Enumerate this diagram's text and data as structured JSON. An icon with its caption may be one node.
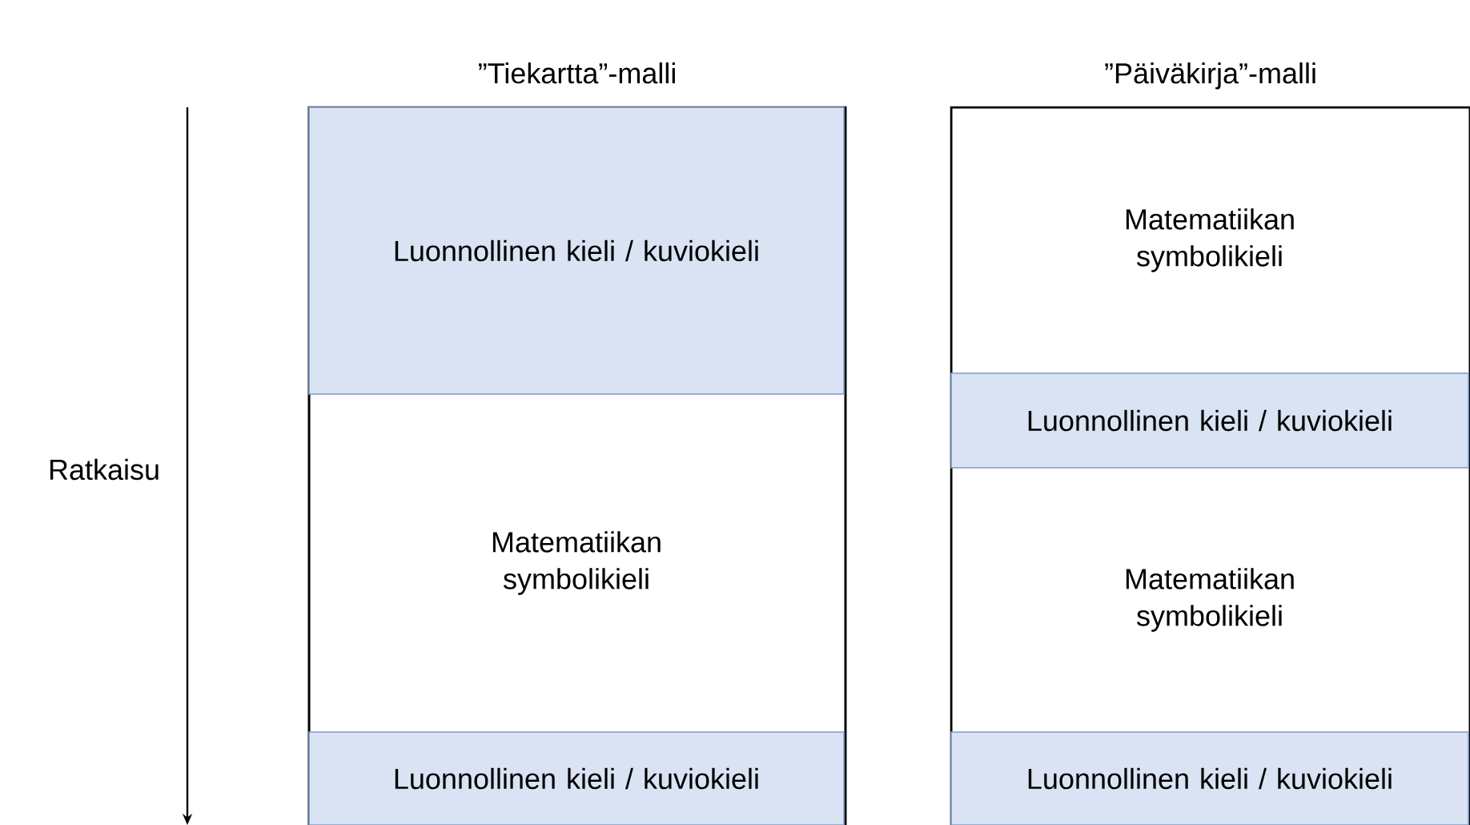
{
  "diagram": {
    "nodes": [
      {
        "text": [
          "”Tiekartta”-malli"
        ]
      },
      {
        "text": [
          "Luonnollinen kieli / kuviokieli"
        ],
        "in": 0
      },
      {
        "text": [
          "Matematiikan symbolikieli"
        ],
        "in": 0
      },
      {
        "text": [
          "Luonnollinen kieli / kuviokieli"
        ],
        "in": 0
      },
      {
        "text": [
          "”Päiväkirja”-malli"
        ]
      },
      {
        "text": [
          "Matematiikan symbolikieli"
        ],
        "in": 4
      },
      {
        "text": [
          "Luonnollinen kieli / kuviokieli"
        ],
        "in": 4
      },
      {
        "text": [
          "Matematiikan symbolikieli"
        ],
        "in": 4
      },
      {
        "text": [
          "Luonnollinen kieli / kuviokieli"
        ],
        "in": 4
      }
    ],
    "labels": [
      "Ratkaisu"
    ]
  }
}
